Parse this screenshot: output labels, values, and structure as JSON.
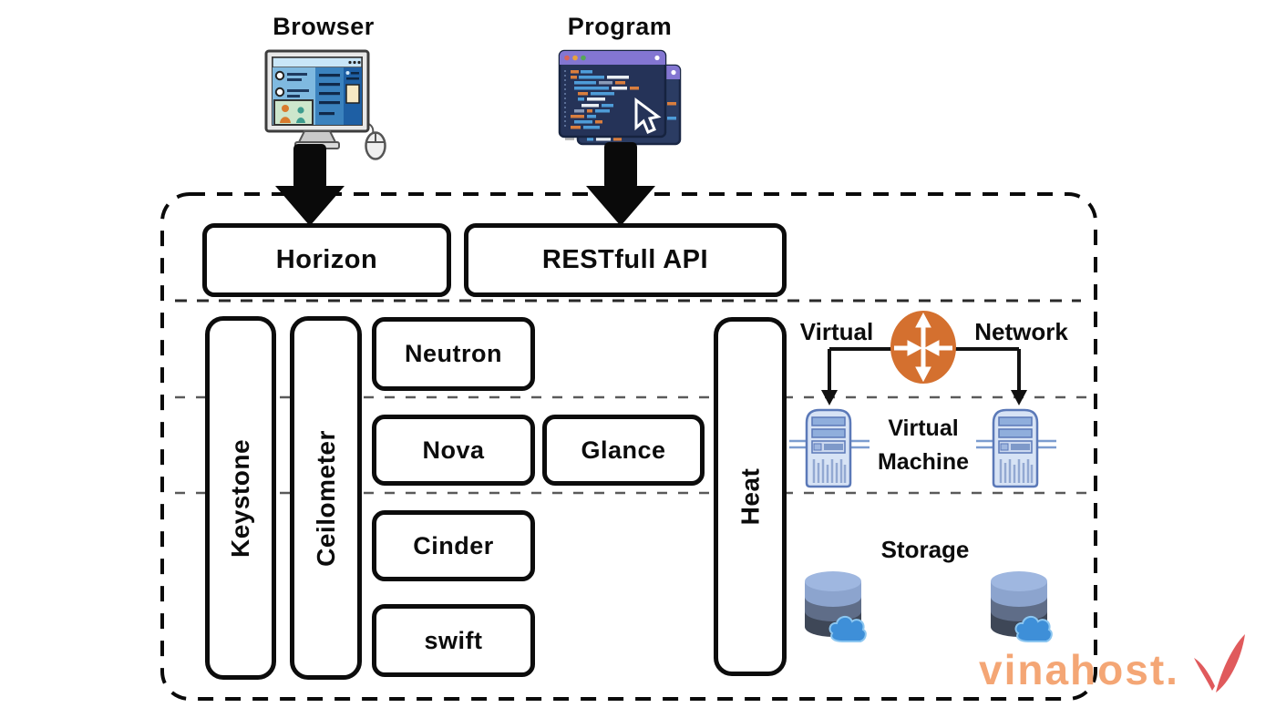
{
  "diagram": {
    "sources": {
      "browser": {
        "label": "Browser",
        "icon": "desktop-browser-icon"
      },
      "program": {
        "label": "Program",
        "icon": "code-editor-icon"
      }
    },
    "openstack": {
      "access": {
        "horizon": "Horizon",
        "restfull_api": "RESTfull API"
      },
      "services": {
        "keystone": "Keystone",
        "ceilometer": "Ceilometer",
        "neutron": "Neutron",
        "nova": "Nova",
        "glance": "Glance",
        "cinder": "Cinder",
        "swift": "swift",
        "heat": "Heat"
      },
      "virtual_network": {
        "word_left": "Virtual",
        "word_right": "Network",
        "icon": "network-router-icon"
      },
      "virtual_machine": {
        "line1": "Virtual",
        "line2": "Machine",
        "icon": "server-icon",
        "count": 2
      },
      "storage": {
        "label": "Storage",
        "icon": "database-cloud-icon",
        "count": 2
      }
    },
    "watermark": {
      "text": "vinahost.",
      "logo": "v-check-logo",
      "text_color": "#F4A26E",
      "logo_color": "#E05A5C"
    },
    "colors": {
      "router_orange": "#D4702F",
      "line_black": "#0c0c0c"
    }
  }
}
